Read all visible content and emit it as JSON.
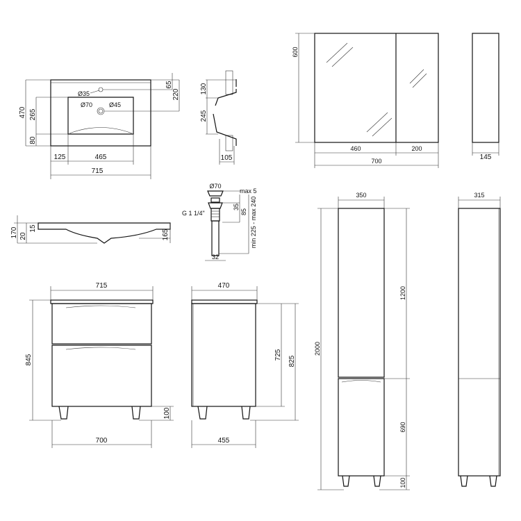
{
  "basin_top": {
    "width": "715",
    "bowl_width": "465",
    "left_offset": "125",
    "depth": "470",
    "bowl_depth": "265",
    "front": "80",
    "tap_hole_offset": "65",
    "drain_offset": "220",
    "tap_hole": "Ø35",
    "drain_outer": "Ø70",
    "drain_inner": "Ø45"
  },
  "basin_section": {
    "upper": "130",
    "bowl": "245",
    "depth": "105"
  },
  "basin_side": {
    "height": "170",
    "rim": "20",
    "edge": "15",
    "bowl_height": "165"
  },
  "drain": {
    "cap": "Ø70",
    "max": "max 5",
    "thread": "G 1 1/4\"",
    "h1": "35",
    "h2": "85",
    "range": "min 225 - max 240",
    "pipe": "32"
  },
  "mirror": {
    "height": "600",
    "door_left": "460",
    "door_right": "200",
    "width": "700",
    "depth": "145"
  },
  "vanity_front": {
    "top_width": "715",
    "height": "845",
    "legs": "100",
    "bottom_width": "700"
  },
  "vanity_side": {
    "top_depth": "470",
    "bottom_depth": "455",
    "body": "725",
    "total": "825"
  },
  "tall_cabinet": {
    "width": "350",
    "height": "2000",
    "upper": "1200",
    "lower": "690",
    "legs": "100",
    "depth": "315"
  }
}
